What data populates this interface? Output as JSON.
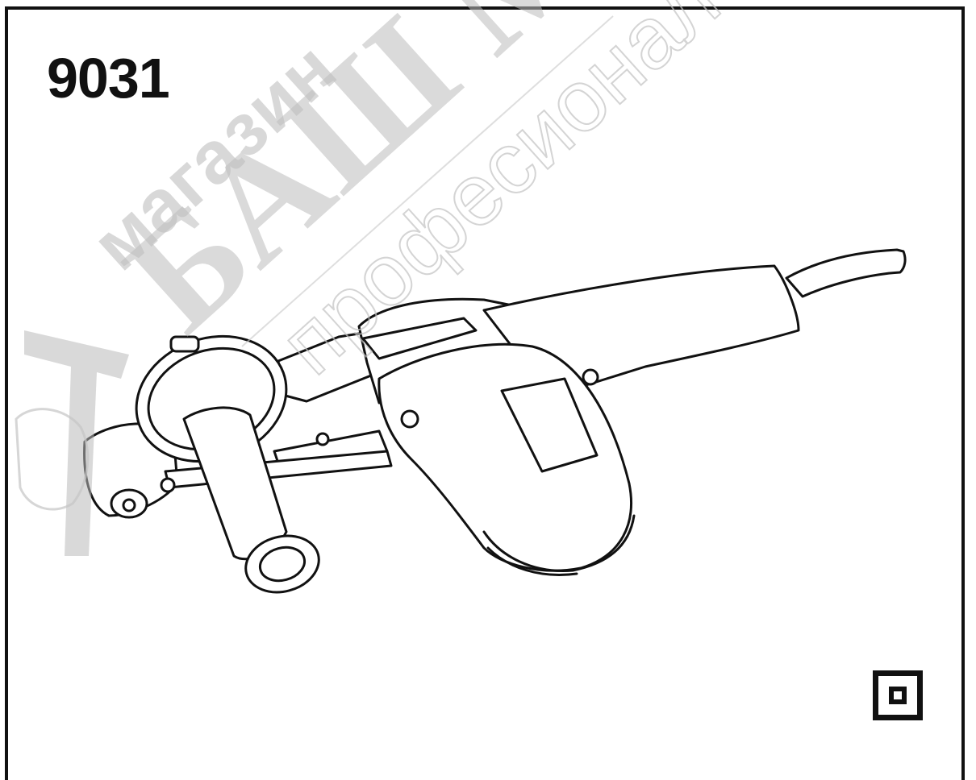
{
  "document": {
    "model_number": "9031",
    "watermark": {
      "line1": "магазин",
      "line2": "БАШ МА",
      "line3": "професионал"
    },
    "figure": {
      "symbols": [
        "double-insulation-symbol"
      ]
    }
  }
}
